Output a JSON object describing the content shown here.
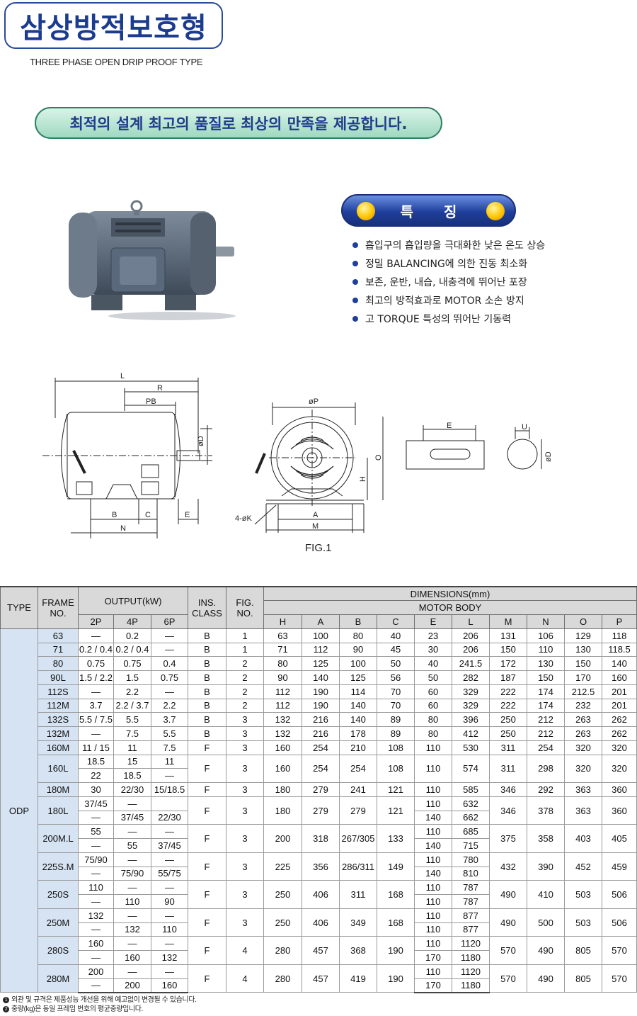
{
  "header": {
    "title": "삼상방적보호형",
    "subtitle": "THREE  PHASE OPEN DRIP PROOF TYPE"
  },
  "slogan": "최적의 설계 최고의 품질로 최상의 만족을 제공합니다.",
  "features": {
    "heading": "특 징",
    "items": [
      "흡입구의 흡입량을 극대화한 낮은 온도 상승",
      "정밀 BALANCING에 의한 진동 최소화",
      "보존, 운반, 내습, 내충격에 뛰어난 포장",
      "최고의 방적효과로 MOTOR 소손 방지",
      "고 TORQUE 특성의 뛰어난 기동력"
    ]
  },
  "drawing": {
    "labels": {
      "L": "L",
      "R": "R",
      "PB": "PB",
      "D": "øD",
      "B": "B",
      "C": "C",
      "E": "E",
      "N": "N",
      "P": "øP",
      "O": "O",
      "H": "H",
      "A": "A",
      "M": "M",
      "K": "4-øK",
      "U": "U",
      "E2": "E",
      "D2": "øD"
    },
    "fig_label": "FIG.1"
  },
  "colors": {
    "brand_blue": "#1b3c8e",
    "slogan_green": "#9fd9c0",
    "table_header": "#d9d9d9",
    "frame_col": "#d6e3f3"
  },
  "table": {
    "headers": {
      "type": "TYPE",
      "frame": "FRAME\nNO.",
      "output": "OUTPUT(kW)",
      "poles": [
        "2P",
        "4P",
        "6P"
      ],
      "ins": "INS.\nCLASS",
      "fig": "FIG.\nNO.",
      "dimensions": "DIMENSIONS(mm)",
      "motor_body": "MOTOR BODY",
      "dims": [
        "H",
        "A",
        "B",
        "C",
        "E",
        "L",
        "M",
        "N",
        "O",
        "P"
      ]
    },
    "type_value": "ODP",
    "groups": [
      {
        "frame": "63",
        "rows": [
          [
            "—",
            "0.2",
            "—"
          ]
        ],
        "ins": "B",
        "fig": "1",
        "H": "63",
        "A": "100",
        "B": "80",
        "C": "40",
        "E": [
          "23"
        ],
        "L": [
          "206"
        ],
        "M": "131",
        "N": "106",
        "O": "129",
        "P": "118"
      },
      {
        "frame": "71",
        "rows": [
          [
            "0.2 / 0.4",
            "0.2 / 0.4",
            "—"
          ]
        ],
        "ins": "B",
        "fig": "1",
        "H": "71",
        "A": "112",
        "B": "90",
        "C": "45",
        "E": [
          "30"
        ],
        "L": [
          "206"
        ],
        "M": "150",
        "N": "110",
        "O": "130",
        "P": "118.5"
      },
      {
        "frame": "80",
        "rows": [
          [
            "0.75",
            "0.75",
            "0.4"
          ]
        ],
        "ins": "B",
        "fig": "2",
        "H": "80",
        "A": "125",
        "B": "100",
        "C": "50",
        "E": [
          "40"
        ],
        "L": [
          "241.5"
        ],
        "M": "172",
        "N": "130",
        "O": "150",
        "P": "140"
      },
      {
        "frame": "90L",
        "rows": [
          [
            "1.5 / 2.2",
            "1.5",
            "0.75"
          ]
        ],
        "ins": "B",
        "fig": "2",
        "H": "90",
        "A": "140",
        "B": "125",
        "C": "56",
        "E": [
          "50"
        ],
        "L": [
          "282"
        ],
        "M": "187",
        "N": "150",
        "O": "170",
        "P": "160"
      },
      {
        "frame": "112S",
        "rows": [
          [
            "—",
            "2.2",
            "—"
          ]
        ],
        "ins": "B",
        "fig": "2",
        "H": "112",
        "A": "190",
        "B": "114",
        "C": "70",
        "E": [
          "60"
        ],
        "L": [
          "329"
        ],
        "M": "222",
        "N": "174",
        "O": "212.5",
        "P": "201"
      },
      {
        "frame": "112M",
        "rows": [
          [
            "3.7",
            "2.2 / 3.7",
            "2.2"
          ]
        ],
        "ins": "B",
        "fig": "2",
        "H": "112",
        "A": "190",
        "B": "140",
        "C": "70",
        "E": [
          "60"
        ],
        "L": [
          "329"
        ],
        "M": "222",
        "N": "174",
        "O": "232",
        "P": "201"
      },
      {
        "frame": "132S",
        "rows": [
          [
            "5.5 / 7.5",
            "5.5",
            "3.7"
          ]
        ],
        "ins": "B",
        "fig": "3",
        "H": "132",
        "A": "216",
        "B": "140",
        "C": "89",
        "E": [
          "80"
        ],
        "L": [
          "396"
        ],
        "M": "250",
        "N": "212",
        "O": "263",
        "P": "262"
      },
      {
        "frame": "132M",
        "rows": [
          [
            "—",
            "7.5",
            "5.5"
          ]
        ],
        "ins": "B",
        "fig": "3",
        "H": "132",
        "A": "216",
        "B": "178",
        "C": "89",
        "E": [
          "80"
        ],
        "L": [
          "412"
        ],
        "M": "250",
        "N": "212",
        "O": "263",
        "P": "262"
      },
      {
        "frame": "160M",
        "rows": [
          [
            "11 / 15",
            "11",
            "7.5"
          ]
        ],
        "ins": "F",
        "fig": "3",
        "H": "160",
        "A": "254",
        "B": "210",
        "C": "108",
        "E": [
          "110"
        ],
        "L": [
          "530"
        ],
        "M": "311",
        "N": "254",
        "O": "320",
        "P": "320"
      },
      {
        "frame": "160L",
        "rows": [
          [
            "18.5",
            "15",
            "11"
          ],
          [
            "22",
            "18.5",
            "—"
          ]
        ],
        "ins": "F",
        "fig": "3",
        "H": "160",
        "A": "254",
        "B": "254",
        "C": "108",
        "E": [
          "110"
        ],
        "L": [
          "574"
        ],
        "M": "311",
        "N": "298",
        "O": "320",
        "P": "320"
      },
      {
        "frame": "180M",
        "rows": [
          [
            "30",
            "22/30",
            "15/18.5"
          ]
        ],
        "ins": "F",
        "fig": "3",
        "H": "180",
        "A": "279",
        "B": "241",
        "C": "121",
        "E": [
          "110"
        ],
        "L": [
          "585"
        ],
        "M": "346",
        "N": "292",
        "O": "363",
        "P": "360"
      },
      {
        "frame": "180L",
        "rows": [
          [
            "37/45",
            "—",
            ""
          ],
          [
            "—",
            "37/45",
            "22/30"
          ]
        ],
        "ins": "F",
        "fig": "3",
        "H": "180",
        "A": "279",
        "B": "279",
        "C": "121",
        "E": [
          "110",
          "140"
        ],
        "L": [
          "632",
          "662"
        ],
        "M": "346",
        "N": "378",
        "O": "363",
        "P": "360"
      },
      {
        "frame": "200M.L",
        "rows": [
          [
            "55",
            "—",
            "—"
          ],
          [
            "—",
            "55",
            "37/45"
          ]
        ],
        "ins": "F",
        "fig": "3",
        "H": "200",
        "A": "318",
        "B": "267/305",
        "C": "133",
        "E": [
          "110",
          "140"
        ],
        "L": [
          "685",
          "715"
        ],
        "M": "375",
        "N": "358",
        "O": "403",
        "P": "405"
      },
      {
        "frame": "225S.M",
        "rows": [
          [
            "75/90",
            "—",
            "—"
          ],
          [
            "—",
            "75/90",
            "55/75"
          ]
        ],
        "ins": "F",
        "fig": "3",
        "H": "225",
        "A": "356",
        "B": "286/311",
        "C": "149",
        "E": [
          "110",
          "140"
        ],
        "L": [
          "780",
          "810"
        ],
        "M": "432",
        "N": "390",
        "O": "452",
        "P": "459"
      },
      {
        "frame": "250S",
        "rows": [
          [
            "110",
            "—",
            "—"
          ],
          [
            "—",
            "110",
            "90"
          ]
        ],
        "ins": "F",
        "fig": "3",
        "H": "250",
        "A": "406",
        "B": "311",
        "C": "168",
        "E": [
          "110",
          "110"
        ],
        "L": [
          "787",
          "787"
        ],
        "M": "490",
        "N": "410",
        "O": "503",
        "P": "506"
      },
      {
        "frame": "250M",
        "rows": [
          [
            "132",
            "—",
            "—"
          ],
          [
            "—",
            "132",
            "110"
          ]
        ],
        "ins": "F",
        "fig": "3",
        "H": "250",
        "A": "406",
        "B": "349",
        "C": "168",
        "E": [
          "110",
          "110"
        ],
        "L": [
          "877",
          "877"
        ],
        "M": "490",
        "N": "500",
        "O": "503",
        "P": "506"
      },
      {
        "frame": "280S",
        "rows": [
          [
            "160",
            "—",
            "—"
          ],
          [
            "—",
            "160",
            "132"
          ]
        ],
        "ins": "F",
        "fig": "4",
        "H": "280",
        "A": "457",
        "B": "368",
        "C": "190",
        "E": [
          "110",
          "170"
        ],
        "L": [
          "1120",
          "1180"
        ],
        "M": "570",
        "N": "490",
        "O": "805",
        "P": "570"
      },
      {
        "frame": "280M",
        "rows": [
          [
            "200",
            "—",
            "—"
          ],
          [
            "—",
            "200",
            "160"
          ]
        ],
        "ins": "F",
        "fig": "4",
        "H": "280",
        "A": "457",
        "B": "419",
        "C": "190",
        "E": [
          "110",
          "170"
        ],
        "L": [
          "1120",
          "1180"
        ],
        "M": "570",
        "N": "490",
        "O": "805",
        "P": "570"
      }
    ]
  },
  "notes": [
    "외관 및 규격은 제품성능 개선을 위해 예고없이 변경될 수 있습니다.",
    "중량(kg)은 동일 프레임 번호의 평균중량입니다."
  ]
}
